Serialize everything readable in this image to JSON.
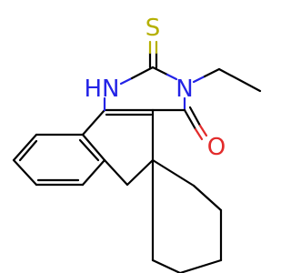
{
  "atoms": {
    "sulfur": "S",
    "nh": "HN",
    "n": "N",
    "oxygen": "O"
  },
  "colors": {
    "bond": "#000000",
    "sulfur": "#b5b000",
    "nitrogen": "#2323e6",
    "oxygen": "#e22b2b"
  }
}
